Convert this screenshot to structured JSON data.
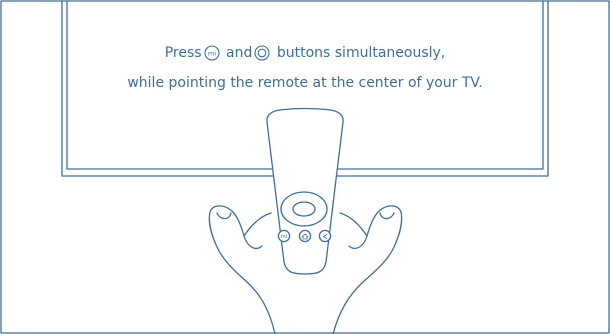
{
  "instruction": {
    "line1_part1": "Press",
    "line1_part2": " and",
    "line1_part3": " buttons simultaneously,",
    "line2": "while pointing the remote at the center of your TV."
  },
  "icons": {
    "mi_button": "mi-button-icon",
    "home_button": "home-button-icon"
  },
  "remote": {
    "left_button_label": "mi"
  },
  "colors": {
    "line": "#3f6e98",
    "background": "#ffffff"
  }
}
